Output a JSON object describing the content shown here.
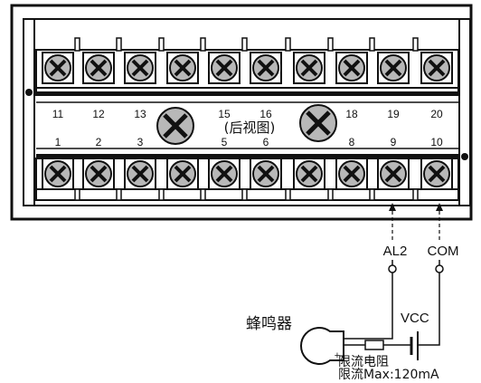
{
  "rear_view_label": "(后视图)",
  "top_row_terminals": [
    "11",
    "12",
    "13",
    "",
    "15",
    "16",
    "",
    "18",
    "19",
    "20"
  ],
  "bottom_row_terminals": [
    "1",
    "2",
    "3",
    "",
    "5",
    "6",
    "",
    "8",
    "9",
    "10"
  ],
  "wiring": {
    "al2_label": "AL2",
    "com_label": "COM",
    "buzzer_label": "蜂鸣器",
    "vcc_label": "VCC",
    "plus_sign": "+",
    "resistor_label": "限流电阻",
    "current_limit_label": "限流Max:120mA"
  },
  "colors": {
    "panel_fill": "#ffffff",
    "screw_fill": "#b8b8b8",
    "line": "#111111"
  }
}
